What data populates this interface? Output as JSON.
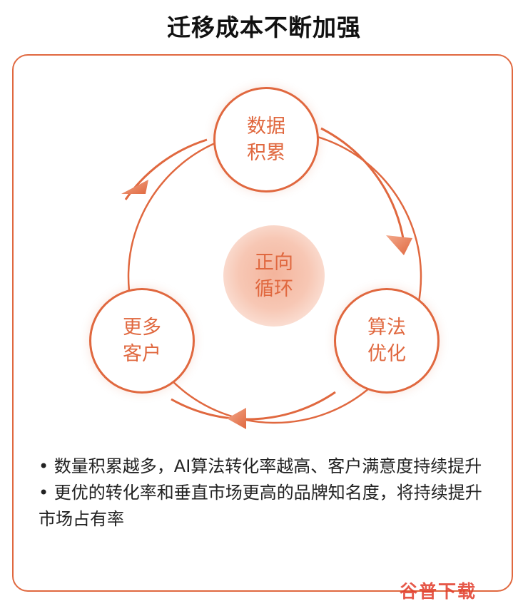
{
  "title": "迁移成本不断加强",
  "cycle": {
    "center": {
      "line1": "正向",
      "line2": "循环"
    },
    "nodes": [
      {
        "line1": "数据",
        "line2": "积累"
      },
      {
        "line1": "算法",
        "line2": "优化"
      },
      {
        "line1": "更多",
        "line2": "客户"
      }
    ]
  },
  "bullets": [
    "• 数量积累越多，AI算法转化率越高、客户满意度持续提升",
    "• 更优的转化率和垂直市场更高的品牌知名度，将持续提升市场占有率"
  ],
  "watermark": "谷普下载",
  "colors": {
    "accent": "#e0683f",
    "center_fill": "#f4b49c"
  }
}
